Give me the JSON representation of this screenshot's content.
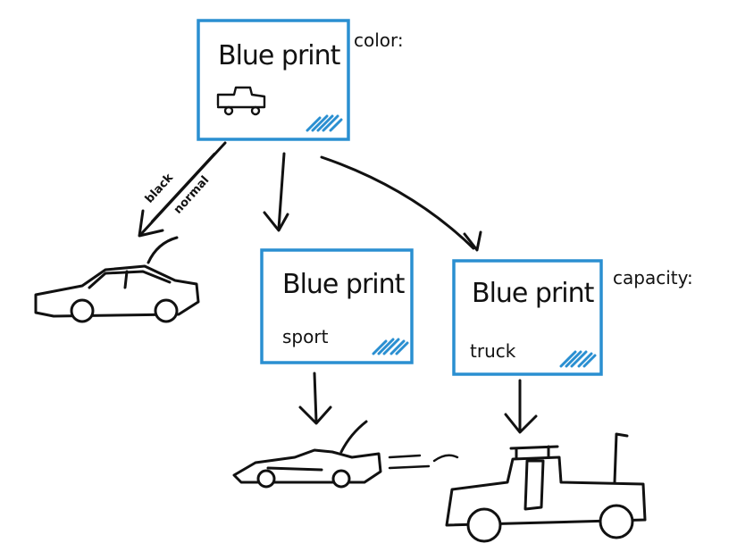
{
  "blueprints": {
    "root": {
      "title": "Blue print",
      "label": ""
    },
    "sport": {
      "title": "Blue print",
      "label": "sport"
    },
    "truck": {
      "title": "Blue print",
      "label": "truck"
    }
  },
  "annotations": {
    "color": "color:",
    "capacity": "capacity:",
    "edge_label_1": "black",
    "edge_label_2": "normal"
  },
  "colors": {
    "box_border": "#2a8fd1",
    "ink": "#111111"
  },
  "icons": [
    "small-car-sketch",
    "sedan-car-sketch",
    "race-car-sketch",
    "pickup-truck-sketch"
  ]
}
